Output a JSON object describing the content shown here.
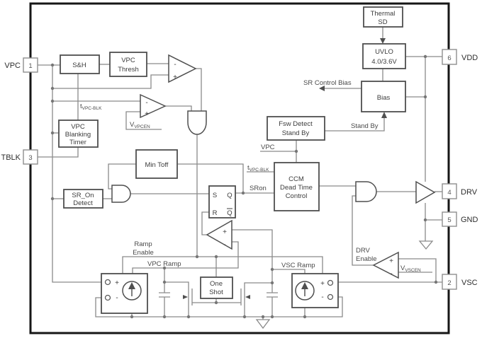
{
  "pins": {
    "vpc": {
      "num": "1",
      "name": "VPC"
    },
    "tblk": {
      "num": "3",
      "name": "TBLK"
    },
    "vdd": {
      "num": "6",
      "name": "VDD"
    },
    "drv": {
      "num": "4",
      "name": "DRV"
    },
    "gnd": {
      "num": "5",
      "name": "GND"
    },
    "vsc": {
      "num": "2",
      "name": "VSC"
    }
  },
  "blocks": {
    "sample_hold": {
      "l1": "S&H"
    },
    "vpc_thresh": {
      "l1": "VPC",
      "l2": "Thresh"
    },
    "vpc_blanking_timer": {
      "l1": "VPC",
      "l2": "Blanking",
      "l3": "Timer"
    },
    "min_toff": {
      "l1": "Min Toff"
    },
    "sr_on_detect": {
      "l1": "SR_On",
      "l2": "Detect"
    },
    "thermal_sd": {
      "l1": "Thermal",
      "l2": "SD"
    },
    "uvlo": {
      "l1": "UVLO",
      "l2": "4.0/3.6V"
    },
    "bias": {
      "l1": "Bias"
    },
    "fsw_detect": {
      "l1": "Fsw Detect",
      "l2": "Stand By"
    },
    "ccm_dead_time": {
      "l1": "CCM",
      "l2": "Dead Time",
      "l3": "Control"
    },
    "one_shot": {
      "l1": "One",
      "l2": "Shot"
    }
  },
  "latch": {
    "s": "S",
    "q": "Q",
    "r": "R",
    "qbar": "Q"
  },
  "signals": {
    "sr_control_bias": "SR Control Bias",
    "stand_by": "Stand By",
    "vpc": "VPC",
    "t_vpc_blk": {
      "base": "t",
      "sub": "VPC-BLK"
    },
    "sron": "SRon",
    "v_vpcen": {
      "base": "V",
      "sub": "VPCEN"
    },
    "v_vscen": {
      "base": "V",
      "sub": "VSCEN"
    },
    "ramp_enable": {
      "l1": "Ramp",
      "l2": "Enable"
    },
    "vpc_ramp": "VPC Ramp",
    "vsc_ramp": "VSC Ramp",
    "drv_enable": {
      "l1": "DRV",
      "l2": "Enable"
    }
  },
  "glyphs": {
    "plus": "+",
    "minus": "-"
  },
  "colors": {
    "background": "#ffffff",
    "outer_border": "#161616",
    "block_border": "#4f4f4f",
    "wire": "#8a8a8a",
    "text": "#3c3c3c"
  }
}
